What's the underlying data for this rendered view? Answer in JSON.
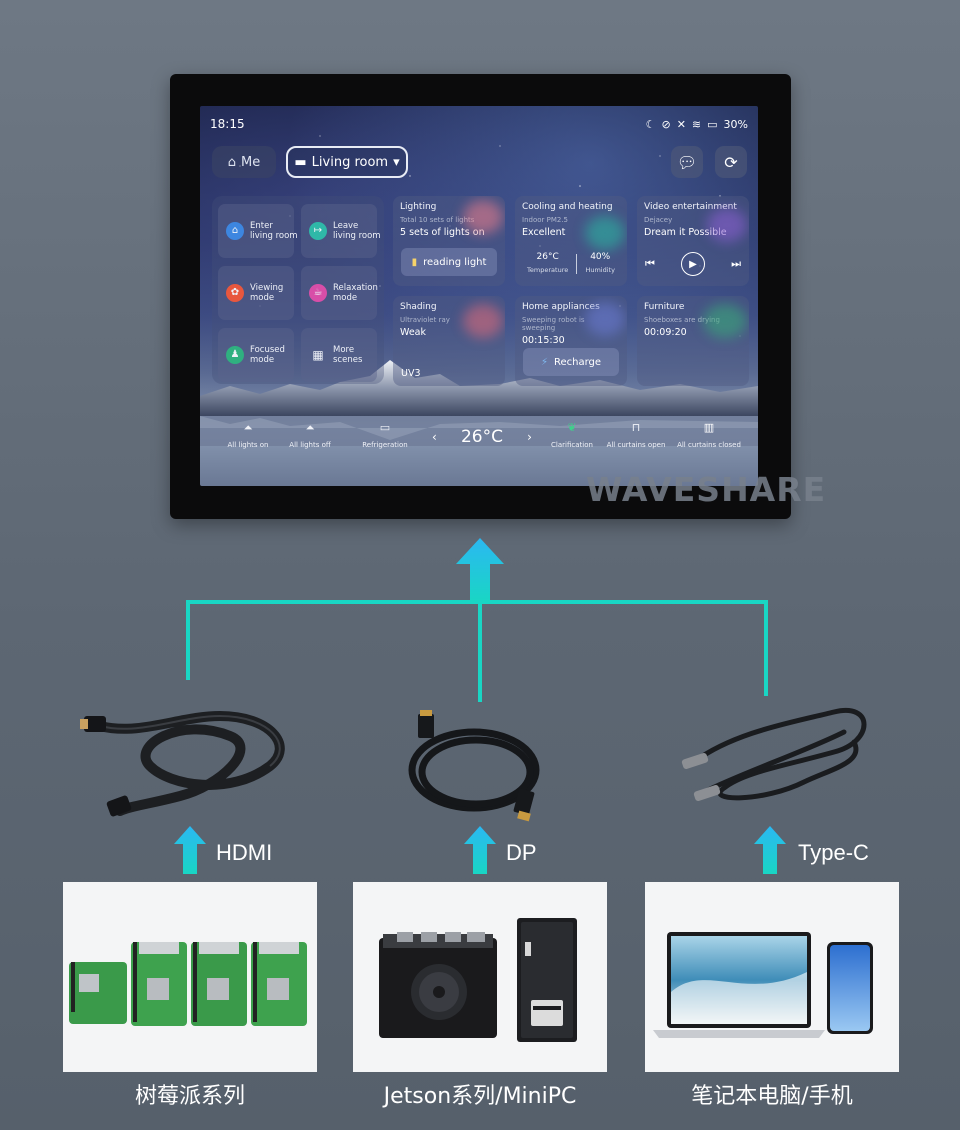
{
  "screen": {
    "status": {
      "time": "18:15",
      "battery": "30%"
    },
    "nav": {
      "me": "Me",
      "room": "Living room"
    },
    "scenes": [
      {
        "label": "Enter\nliving room",
        "color": "#3d86e0",
        "icon": "home-icon"
      },
      {
        "label": "Leave\nliving room",
        "color": "#2fb8a8",
        "icon": "exit-icon"
      },
      {
        "label": "Viewing\nmode",
        "color": "#e8573e",
        "icon": "film-icon"
      },
      {
        "label": "Relaxation\nmode",
        "color": "#d84ea8",
        "icon": "cup-icon"
      },
      {
        "label": "Focused\nmode",
        "color": "#2fb080",
        "icon": "person-icon"
      },
      {
        "label": "More\nscenes",
        "color": "none",
        "icon": "grid-icon"
      }
    ],
    "cards": {
      "lighting": {
        "title": "Lighting",
        "sub": "Total 10 sets of lights",
        "value": "5 sets of lights on",
        "button": "reading light"
      },
      "climate": {
        "title": "Cooling and heating",
        "sub": "Indoor PM2.5",
        "value": "Excellent",
        "temp": "26°C",
        "temp_label": "Temperature",
        "humidity": "40%",
        "humidity_label": "Humidity"
      },
      "video": {
        "title": "Video entertainment",
        "sub": "Dejacey",
        "value": "Dream it Possible"
      },
      "shading": {
        "title": "Shading",
        "sub": "Ultraviolet ray",
        "value": "Weak",
        "uv": "UV3"
      },
      "appliances": {
        "title": "Home appliances",
        "sub": "Sweeping robot is sweeping",
        "value": "00:15:30",
        "button": "Recharge"
      },
      "furniture": {
        "title": "Furniture",
        "sub": "Shoeboxes are drying",
        "value": "00:09:20"
      }
    },
    "bottom": {
      "all_lights_on": "All lights on",
      "all_lights_off": "All lights off",
      "refrigeration": "Refrigeration",
      "temp": "26°C",
      "clarification": "Clarification",
      "curtains_open": "All curtains open",
      "curtains_closed": "All curtains closed"
    }
  },
  "watermark": "WAVESHARE",
  "ports": {
    "hdmi": "HDMI",
    "dp": "DP",
    "typec": "Type-C"
  },
  "devices": {
    "raspberry": "树莓派系列",
    "jetson": "Jetson系列/MiniPC",
    "laptop": "笔记本电脑/手机"
  },
  "colors": {
    "connector_line": "#19d6c4",
    "arrow_top": "#28c8f0",
    "arrow_bottom": "#19d6c4"
  }
}
